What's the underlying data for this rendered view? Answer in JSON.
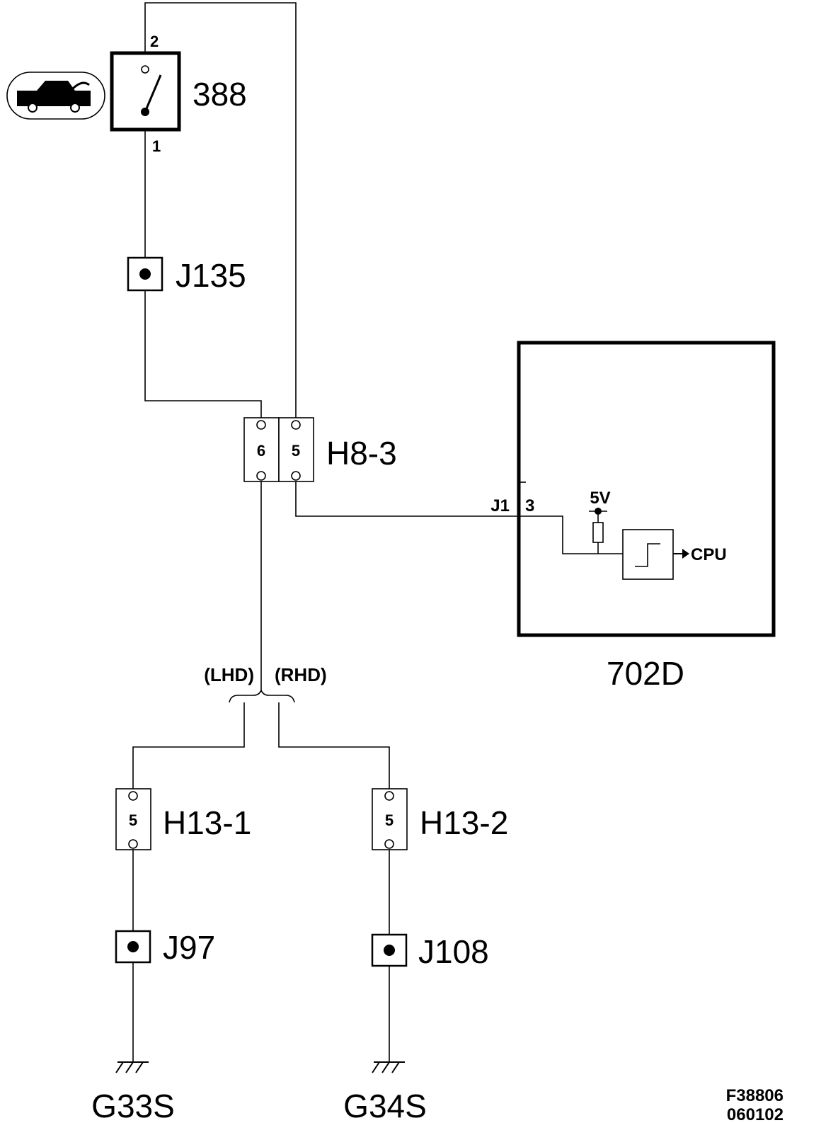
{
  "components": {
    "switch": {
      "id": "388",
      "pin_top": "2",
      "pin_bottom": "1"
    },
    "j135": {
      "id": "J135"
    },
    "connector_h8_3": {
      "id": "H8-3",
      "pin_left": "6",
      "pin_right": "5"
    },
    "control_unit": {
      "id": "702D",
      "connector": "J1",
      "pin": "3",
      "supply": "5V",
      "output": "CPU"
    },
    "branch": {
      "left": "(LHD)",
      "right": "(RHD)"
    },
    "connector_h13_1": {
      "id": "H13-1",
      "pin": "5"
    },
    "connector_h13_2": {
      "id": "H13-2",
      "pin": "5"
    },
    "j97": {
      "id": "J97"
    },
    "j108": {
      "id": "J108"
    },
    "ground_left": {
      "id": "G33S"
    },
    "ground_right": {
      "id": "G34S"
    }
  },
  "figure_code": {
    "line1": "F38806",
    "line2": "060102"
  }
}
